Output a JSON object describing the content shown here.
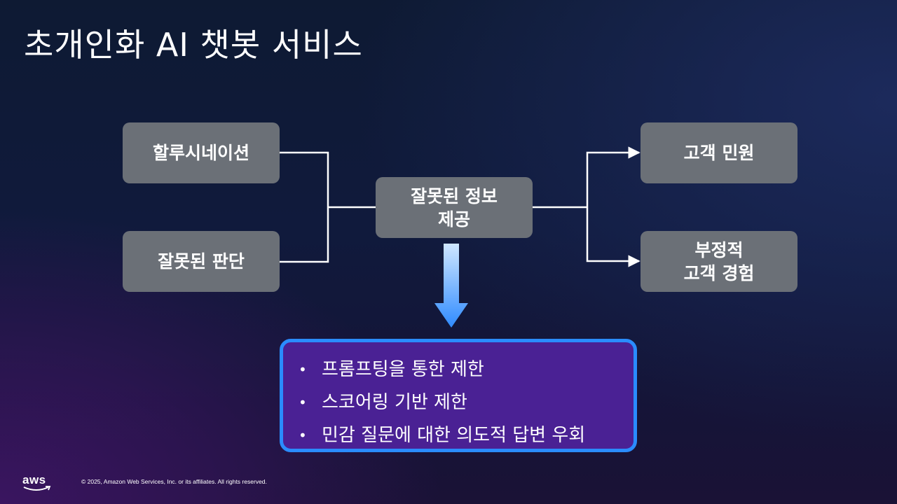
{
  "title": "초개인화 AI 챗봇 서비스",
  "diagram": {
    "causes": [
      {
        "lines": [
          "할루시네이션"
        ]
      },
      {
        "lines": [
          "잘못된 판단"
        ]
      }
    ],
    "center": {
      "lines": [
        "잘못된 정보",
        "제공"
      ]
    },
    "effects": [
      {
        "lines": [
          "고객 민원"
        ]
      },
      {
        "lines": [
          "부정적",
          "고객 경험"
        ]
      }
    ],
    "solutions": [
      "프롬프팅을 통한 제한",
      "스코어링 기반 제한",
      "민감 질문에 대한 의도적 답변 우회"
    ],
    "bullet": "•"
  },
  "colors": {
    "box": "#6b7077",
    "connector": "#ffffff",
    "solution_fill": "#4a2194",
    "solution_border": "#2a8cff",
    "arrow_top": "#cfe6ff",
    "arrow_bottom": "#2f8bff"
  },
  "footer": {
    "logo_text": "aws",
    "copyright": "© 2025, Amazon Web Services, Inc. or its affiliates. All rights reserved."
  }
}
